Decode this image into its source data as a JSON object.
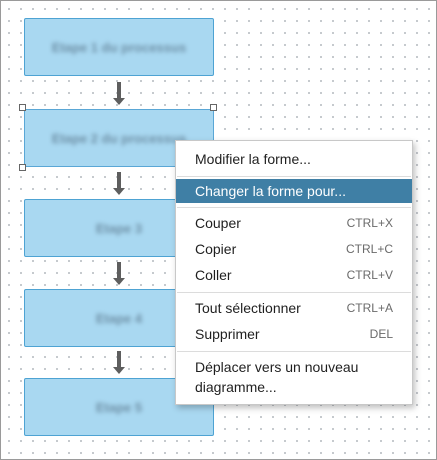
{
  "diagram": {
    "shapes": [
      {
        "label": "Etape 1 du processus"
      },
      {
        "label": "Etape 2 du processus"
      },
      {
        "label": "Etape 3"
      },
      {
        "label": "Etape 4"
      },
      {
        "label": "Etape 5"
      }
    ],
    "colors": {
      "shape_fill": "#a9d8f1",
      "shape_border": "#4ea3d3",
      "arrow": "#5e5e5e"
    }
  },
  "context_menu": {
    "items": [
      {
        "label": "Modifier la forme...",
        "shortcut": ""
      },
      {
        "label": "Changer la forme pour...",
        "shortcut": "",
        "highlighted": true
      },
      {
        "label": "Couper",
        "shortcut": "CTRL+X"
      },
      {
        "label": "Copier",
        "shortcut": "CTRL+C"
      },
      {
        "label": "Coller",
        "shortcut": "CTRL+V"
      },
      {
        "label": "Tout sélectionner",
        "shortcut": "CTRL+A"
      },
      {
        "label": "Supprimer",
        "shortcut": "DEL"
      },
      {
        "label": "Déplacer vers un nouveau diagramme...",
        "shortcut": ""
      }
    ],
    "highlight_color": "#3f7fa5"
  }
}
